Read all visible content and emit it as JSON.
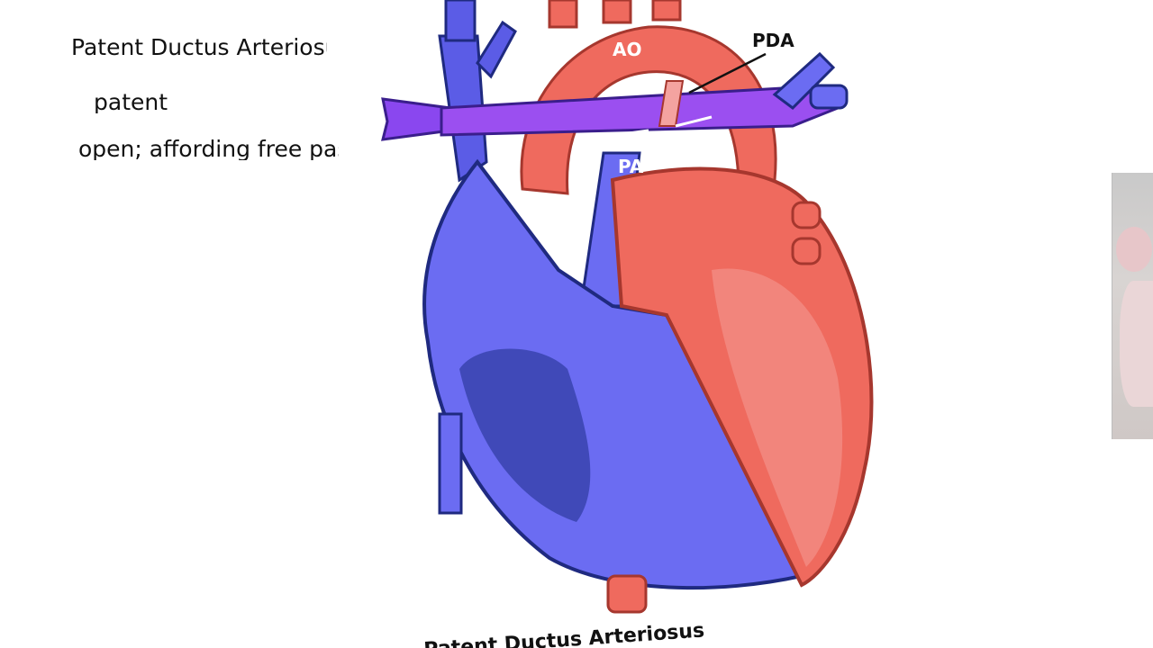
{
  "text": {
    "line1": "Patent Ductus Arteriosu",
    "line2": "patent",
    "line3": "open; affording free pas"
  },
  "diagram": {
    "labels": {
      "ao": "AO",
      "pda": "PDA",
      "pa": "PA",
      "caption": "Patent Ductus Arteriosus"
    },
    "colors": {
      "deoxygenated": "#6b6cf2",
      "deoxygenated_dark": "#2e3aa0",
      "oxygenated": "#ef6a5e",
      "oxygenated_dark": "#b93a30",
      "mixed": "#9b4ff0"
    }
  }
}
